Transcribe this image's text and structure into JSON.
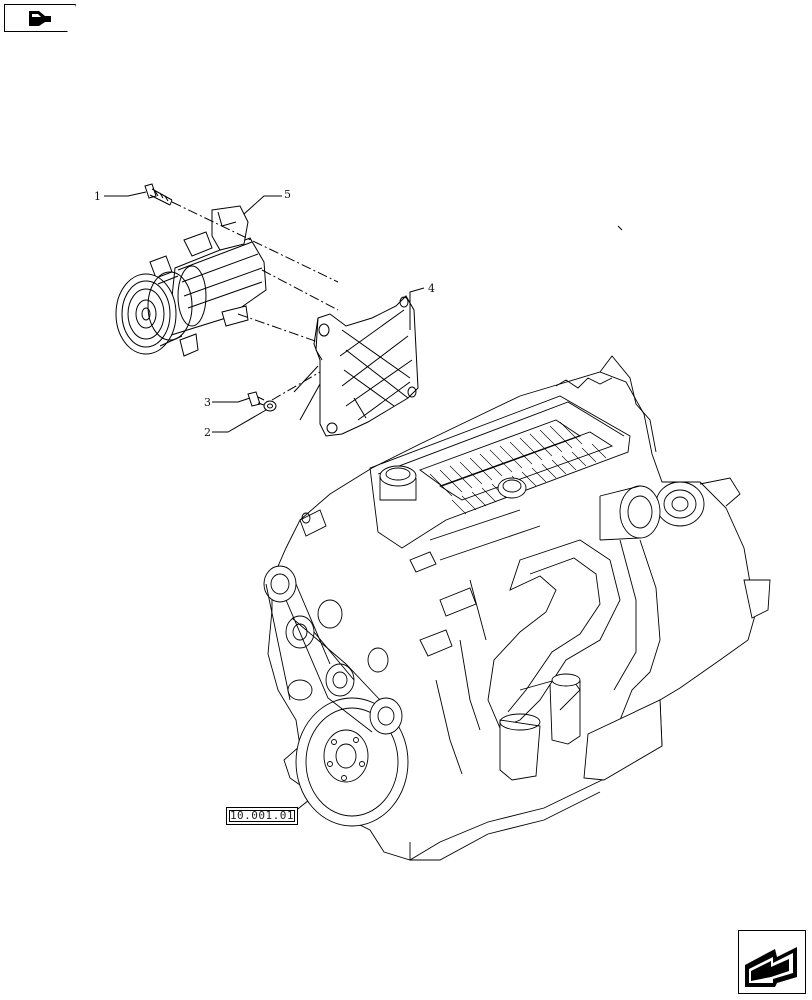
{
  "navigation": {
    "prev_icon": "arrow-left-icon",
    "next_icon": "arrow-right-icon"
  },
  "callouts": [
    {
      "id": "1",
      "label": "1"
    },
    {
      "id": "2",
      "label": "2"
    },
    {
      "id": "3",
      "label": "3"
    },
    {
      "id": "4",
      "label": "4"
    },
    {
      "id": "5",
      "label": "5"
    }
  ],
  "reference": {
    "label": "10.001.01"
  },
  "colors": {
    "line": "#000000",
    "background": "#ffffff"
  }
}
